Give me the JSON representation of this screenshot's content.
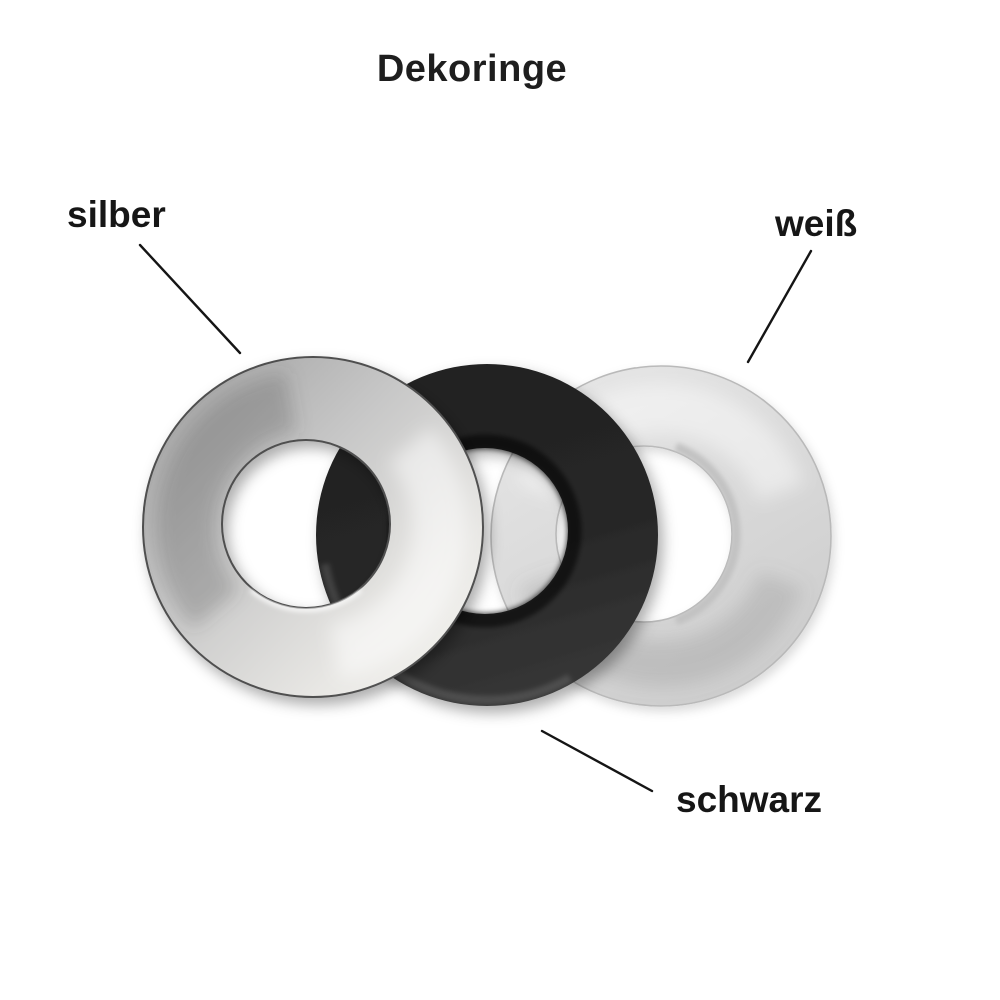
{
  "title": "Dekoringe",
  "callouts": [
    {
      "id": "silber",
      "label": "silber",
      "ring": "silver ring"
    },
    {
      "id": "weiss",
      "label": "weiß",
      "ring": "white ring"
    },
    {
      "id": "schwarz",
      "label": "schwarz",
      "ring": "black ring"
    }
  ],
  "rings": [
    {
      "id": "white",
      "name": "white decorative ring",
      "label": "weiß",
      "surface_color": "#d8d8d8"
    },
    {
      "id": "black",
      "name": "black decorative ring",
      "label": "schwarz",
      "surface_color": "#262626"
    },
    {
      "id": "silver",
      "name": "silver decorative ring",
      "label": "silber",
      "surface_color": "#c6c6c6"
    }
  ],
  "colors": {
    "background": "#ffffff",
    "text": "#1a1a1a",
    "callout_line": "#151515"
  }
}
